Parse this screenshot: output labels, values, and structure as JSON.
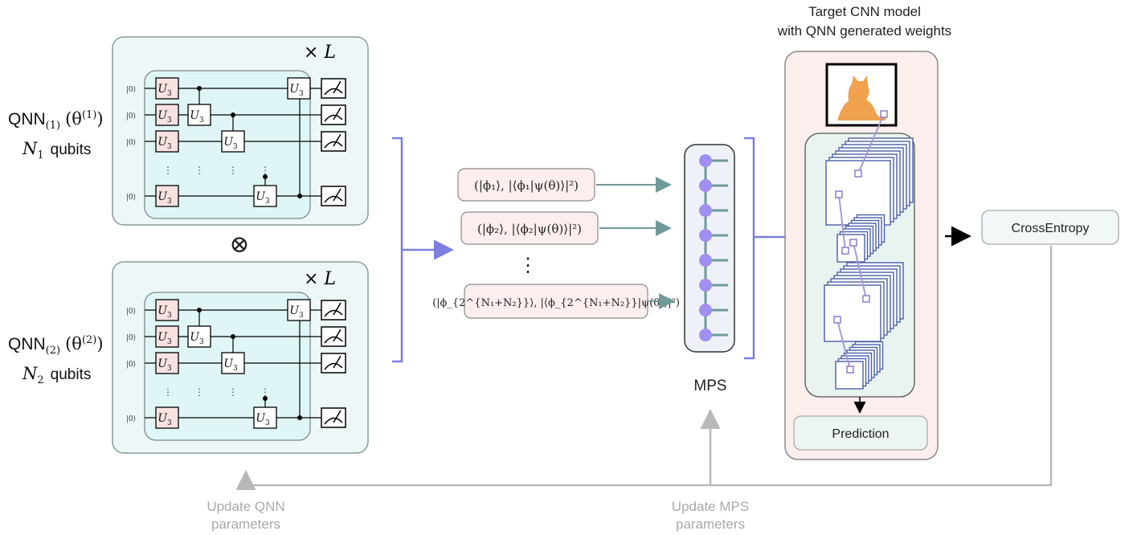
{
  "title": {
    "line1": "Target CNN model",
    "line2": "with QNN generated weights"
  },
  "qnn1": {
    "name": "QNN",
    "sub": "(1)",
    "theta": "(θ",
    "theta_sup": "(1)",
    "theta_close": ")",
    "n_symbol": "N",
    "n_sub": "1",
    "qubits": "qubits",
    "repeat": "× L"
  },
  "qnn2": {
    "name": "QNN",
    "sub": "(2)",
    "theta": "(θ",
    "theta_sup": "(2)",
    "theta_close": ")",
    "n_symbol": "N",
    "n_sub": "2",
    "qubits": "qubits",
    "repeat": "× L"
  },
  "circuit": {
    "ket": "|0⟩",
    "gate": "U",
    "gate_sub": "3",
    "vdots": "⋮"
  },
  "tensor_symbol": "⊗",
  "states": [
    {
      "text": "(|ϕ₁⟩, |⟨ϕ₁|ψ(θ)⟩|²)"
    },
    {
      "text": "(|ϕ₂⟩, |⟨ϕ₂|ψ(θ)⟩|²)"
    },
    {
      "text": "(|ϕ_{2^{N₁+N₂}}⟩, |⟨ϕ_{2^{N₁+N₂}}|ψ(θ)⟩|²)"
    }
  ],
  "states_vdots": "⋮",
  "mps_label": "MPS",
  "loss_label": "CrossEntropy",
  "prediction_label": "Prediction",
  "update_qnn": {
    "line1": "Update QNN",
    "line2": "parameters"
  },
  "update_mps": {
    "line1": "Update MPS",
    "line2": "parameters"
  },
  "colors": {
    "qnn_bg": "#eef7f8",
    "circuit_bg": "#e0f6f6",
    "gate_fill": "#f7e1e1",
    "arrow_blue": "#7b7fe0",
    "teal_line": "#6f9a99",
    "mps_node": "#a08ff0",
    "cnn_bg": "#fbeeec",
    "cat": "#f0a24e",
    "feature_border": "#4a5fa8",
    "gray_arrow": "#b8b8b8"
  }
}
